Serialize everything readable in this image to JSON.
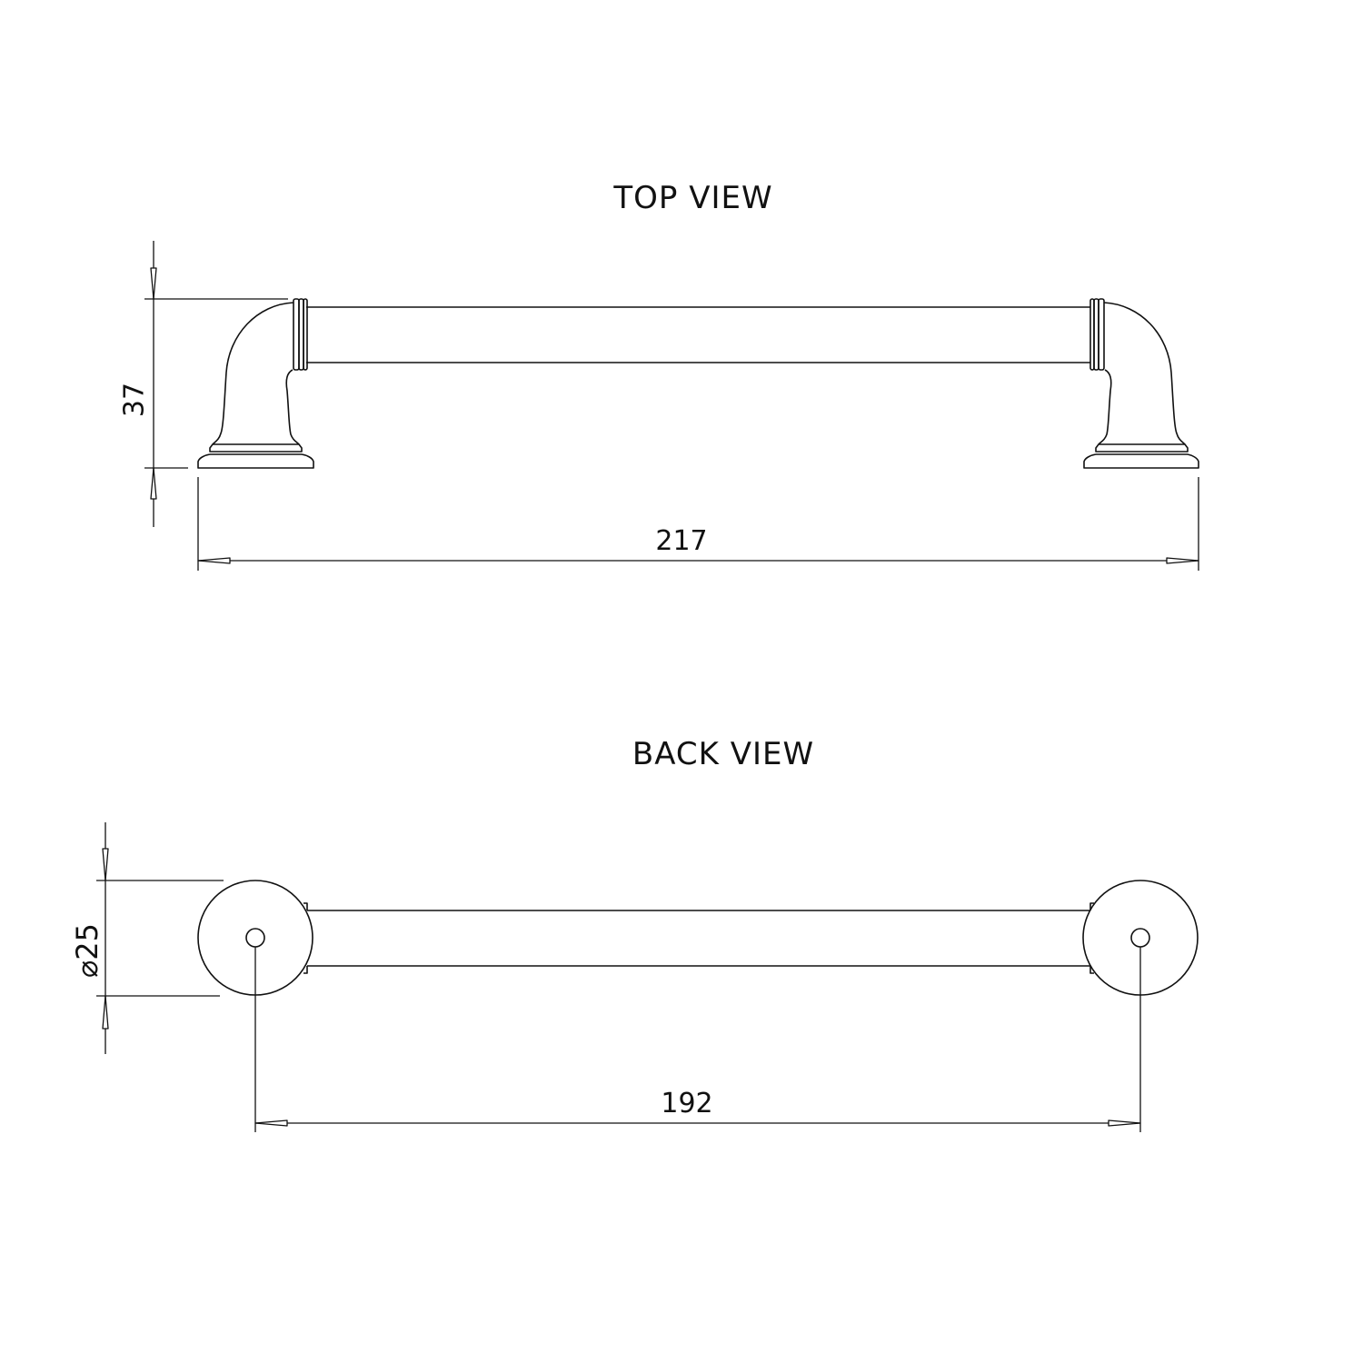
{
  "drawing": {
    "line_color": "#111111",
    "background": "#ffffff"
  },
  "top_view": {
    "title": "TOP VIEW",
    "dimensions": {
      "height": {
        "value": "37",
        "orientation": "vertical"
      },
      "overall_length": {
        "value": "217",
        "orientation": "horizontal"
      }
    }
  },
  "back_view": {
    "title": "BACK VIEW",
    "dimensions": {
      "diameter": {
        "value": "⌀25",
        "orientation": "vertical"
      },
      "center_to_center": {
        "value": "192",
        "orientation": "horizontal"
      }
    }
  }
}
